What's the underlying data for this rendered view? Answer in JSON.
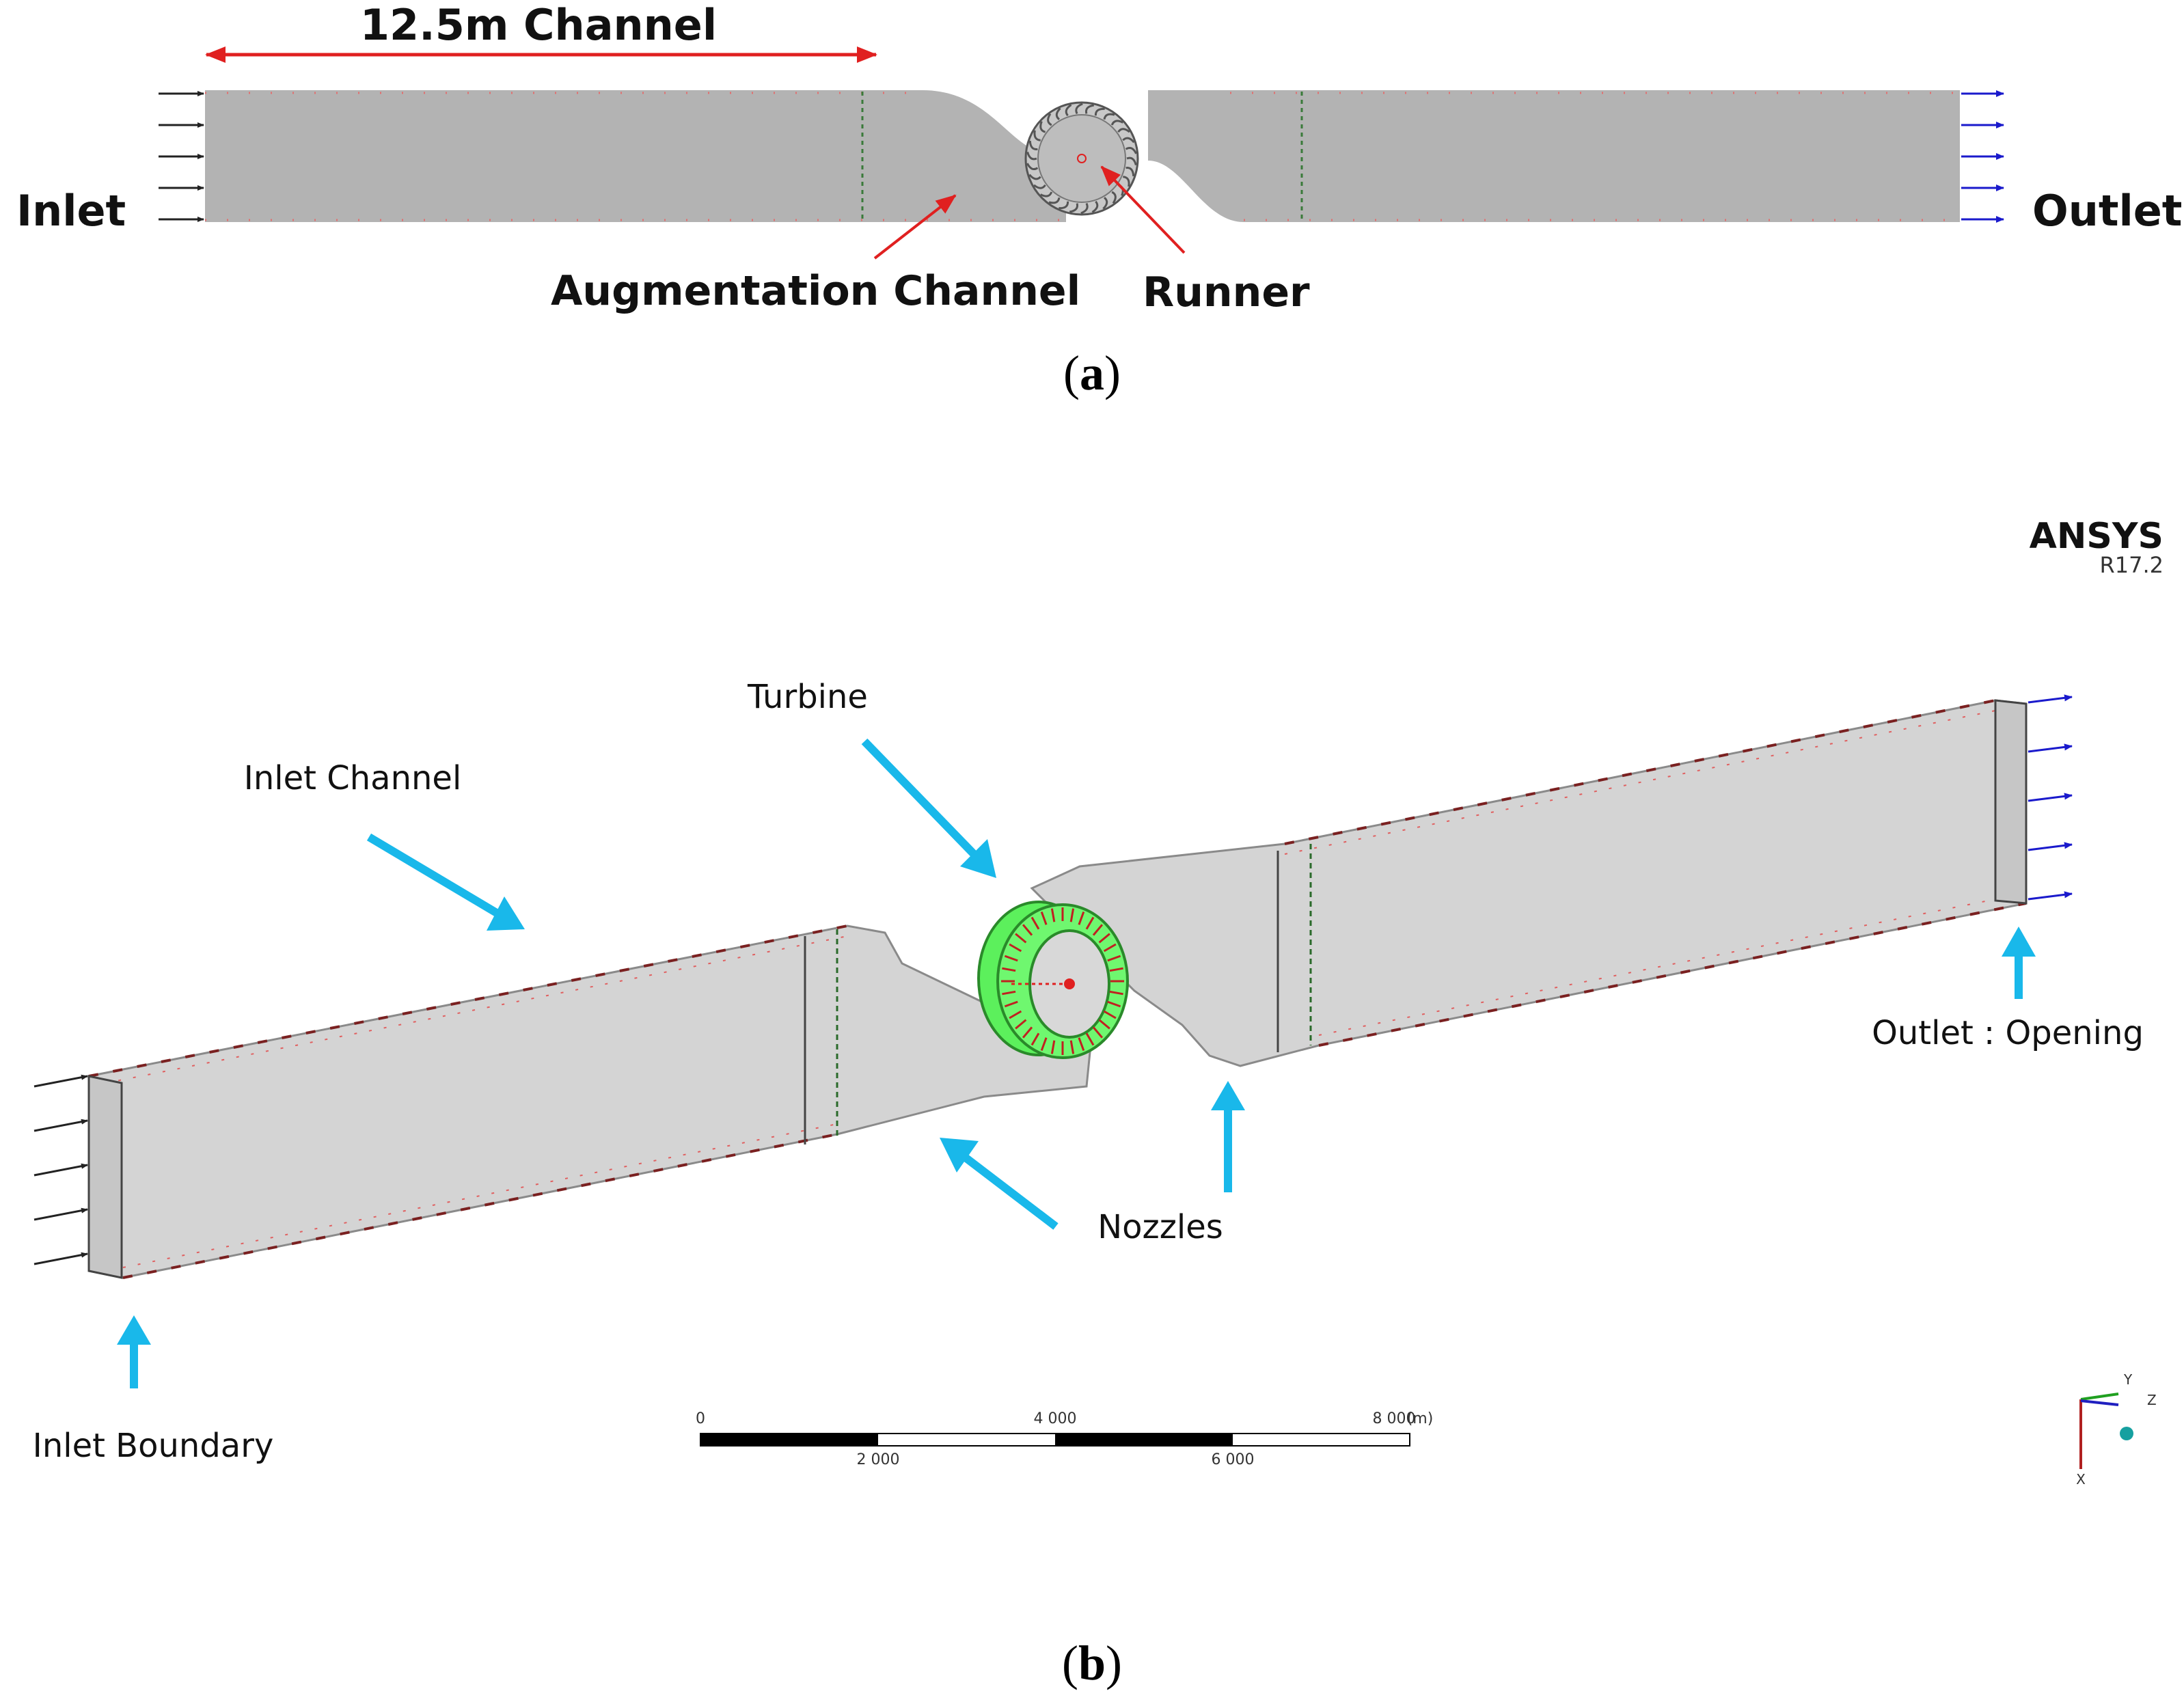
{
  "panel_a": {
    "dimension_label": "12.5m Channel",
    "inlet": "Inlet",
    "outlet": "Outlet",
    "augmentation": "Augmentation Channel",
    "runner": "Runner",
    "caption_open": "(",
    "caption_letter": "a",
    "caption_close": ")"
  },
  "panel_b": {
    "brand": "ANSYS",
    "version": "R17.2",
    "turbine": "Turbine",
    "inlet_channel": "Inlet Channel",
    "nozzles": "Nozzles",
    "outlet_opening": "Outlet : Opening",
    "inlet_boundary": "Inlet Boundary",
    "scale": {
      "t0": "0",
      "t2000": "2 000",
      "t4000": "4 000",
      "t6000": "6 000",
      "t8000": "8 000",
      "unit": "(m)"
    },
    "triad": {
      "x": "X",
      "y": "Y",
      "z": "Z"
    },
    "caption_open": "(",
    "caption_letter": "b",
    "caption_close": ")"
  },
  "colors": {
    "channel_a": "#b3b3b3",
    "channel_b": "#d4d4d4",
    "dimension": "#e02020",
    "callout_a": "#e02020",
    "callout_b": "#19b8ea",
    "turbine": "#5cf05c",
    "outlet_arrows": "#1a1acc"
  }
}
